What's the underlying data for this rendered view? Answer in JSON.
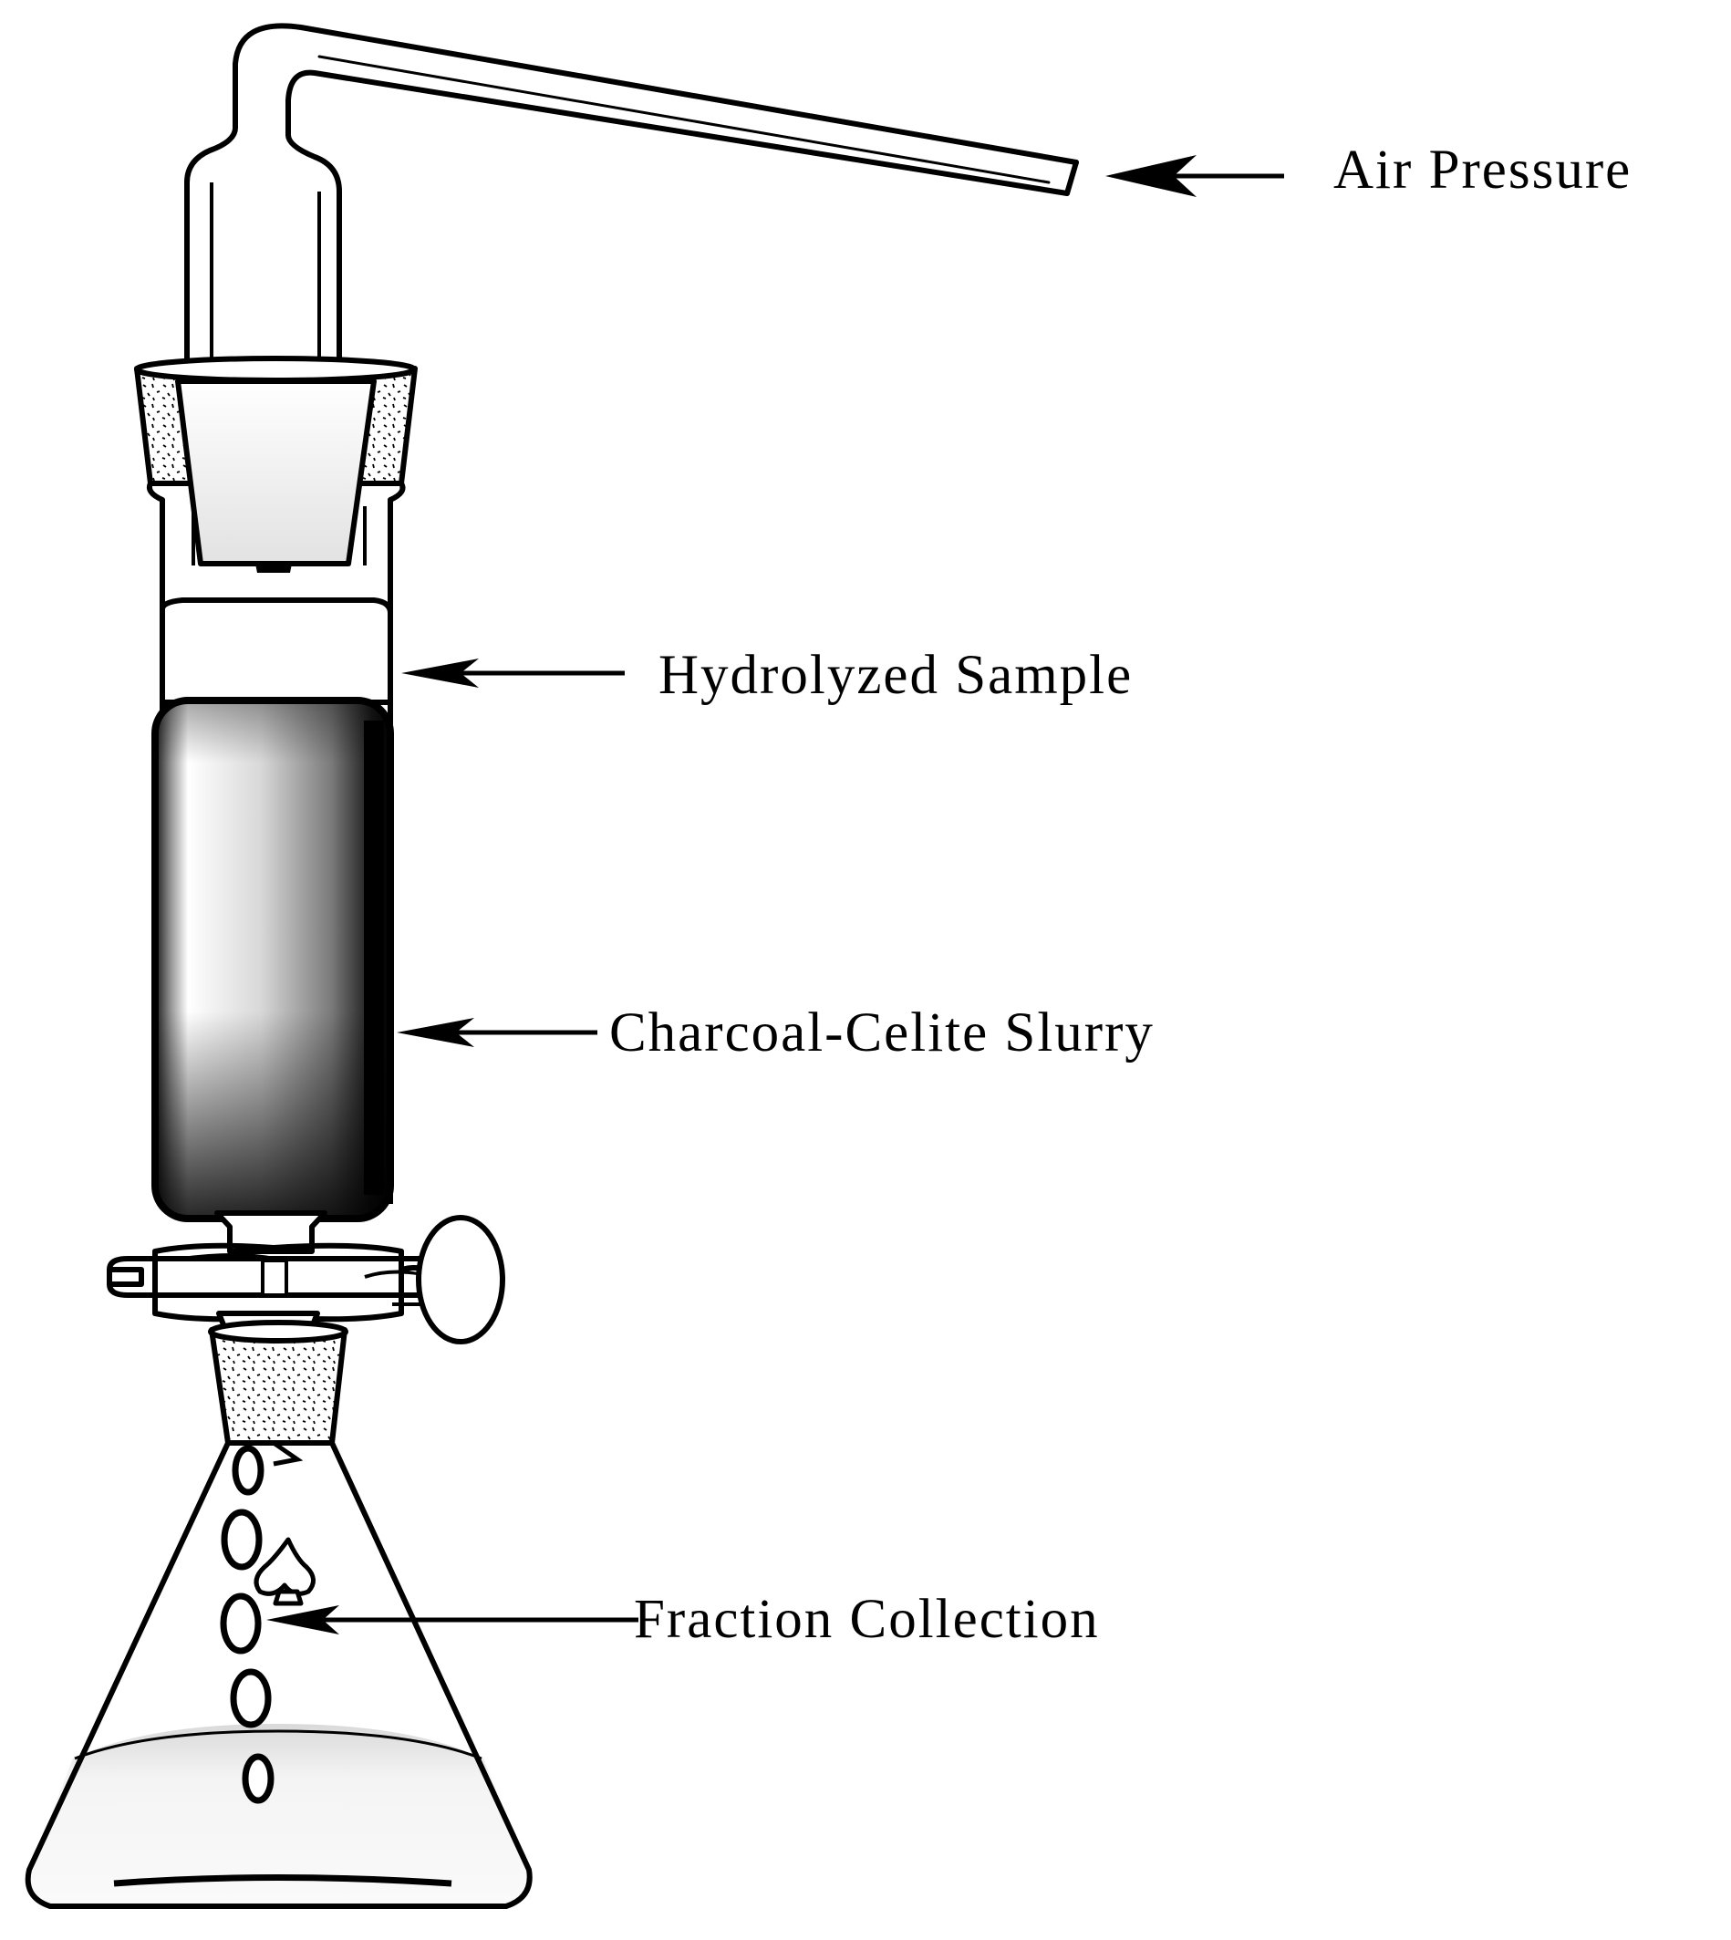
{
  "labels": {
    "air_pressure": "Air Pressure",
    "hydrolyzed_sample": "Hydrolyzed Sample",
    "charcoal_celite_slurry": "Charcoal-Celite Slurry",
    "fraction_collection": "Fraction Collection"
  },
  "colors": {
    "line": "#000000",
    "background": "#ffffff",
    "slurry_dark": "#000000",
    "slurry_light": "#ffffff",
    "liquid": "#e8e8e8"
  }
}
